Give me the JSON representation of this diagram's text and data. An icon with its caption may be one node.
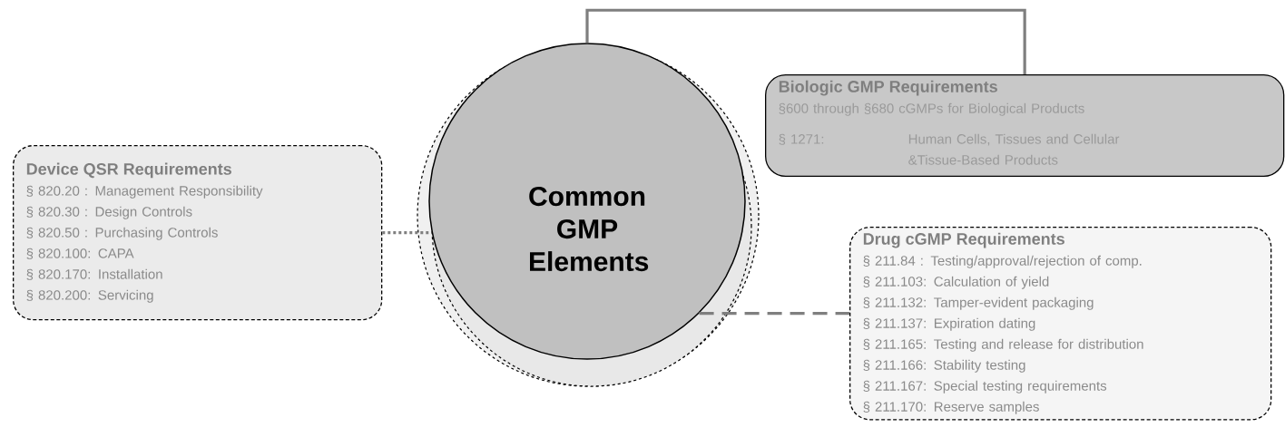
{
  "diagram": {
    "nodes": [
      {
        "text": [
          "Device QSR Requirements",
          "§ 820.20 : Management Responsibility",
          "§ 820.30 : Design Controls",
          "§ 820.50 : Purchasing Controls",
          "§ 820.100: CAPA",
          "§ 820.170: Installation",
          "§ 820.200: Servicing"
        ]
      },
      {
        "text": [
          "Common GMP Elements"
        ]
      },
      {
        "text": [
          "Biologic GMP Requirements",
          "§600 through §680 cGMPs for Biological Products",
          "§ 1271:",
          "Human Cells, Tissues and Cellular &Tissue-Based Products"
        ]
      },
      {
        "text": [
          "Drug cGMP Requirements",
          "§ 211.84 : Testing/approval/rejection of comp.",
          "§ 211.103: Calculation of yield",
          "§ 211.132: Tamper-evident packaging",
          "§ 211.137: Expiration dating",
          "§ 211.165: Testing and release for distribution",
          "§ 211.166: Stability testing",
          "§ 211.167: Special testing requirements",
          "§ 211.170: Reserve samples"
        ]
      }
    ],
    "edges": [
      {
        "from": 0,
        "to": 1,
        "arrow": "none",
        "style": "dashed"
      },
      {
        "from": 1,
        "to": 2,
        "arrow": "none"
      },
      {
        "from": 1,
        "to": 3,
        "arrow": "none",
        "style": "dashed"
      }
    ]
  }
}
